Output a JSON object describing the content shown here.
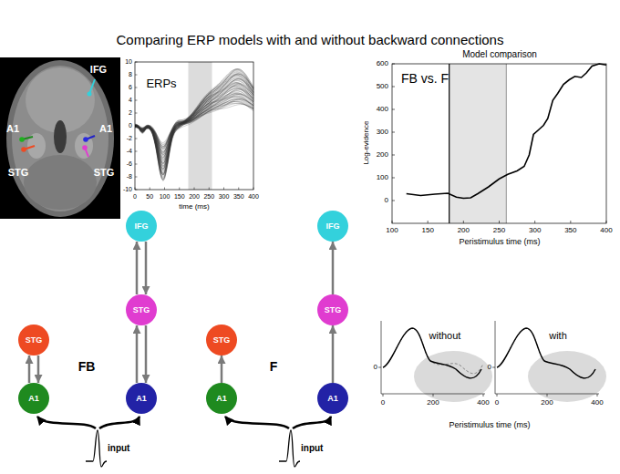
{
  "diagram": {
    "title": "Comparing ERP models with and without backward connections",
    "nodes": [
      {
        "text": [
          "IFG"
        ]
      },
      {
        "text": [
          "STG"
        ]
      },
      {
        "text": [
          "STG"
        ]
      },
      {
        "text": [
          "A1"
        ]
      },
      {
        "text": [
          "A1"
        ]
      },
      {
        "text": [
          "IFG"
        ]
      },
      {
        "text": [
          "STG"
        ]
      },
      {
        "text": [
          "STG"
        ]
      },
      {
        "text": [
          "A1"
        ]
      },
      {
        "text": [
          "A1"
        ]
      }
    ],
    "edges": [
      {
        "from": 3,
        "to": 1,
        "arrow": "to"
      },
      {
        "from": 1,
        "to": 3,
        "arrow": "to"
      },
      {
        "from": 4,
        "to": 2,
        "arrow": "to"
      },
      {
        "from": 2,
        "to": 4,
        "arrow": "to"
      },
      {
        "from": 2,
        "to": 0,
        "arrow": "to"
      },
      {
        "from": 0,
        "to": 2,
        "arrow": "to"
      },
      {
        "from": 8,
        "to": 6,
        "arrow": "to"
      },
      {
        "from": 9,
        "to": 7,
        "arrow": "to"
      },
      {
        "from": 7,
        "to": 5,
        "arrow": "to"
      }
    ],
    "labels": [
      "IFG",
      "A1",
      "STG",
      "A1",
      "STG",
      "ERPs",
      "10",
      "8",
      "6",
      "4",
      "2",
      "0",
      "-2",
      "-4",
      "-6",
      "-8",
      "-10",
      "0",
      "50",
      "100",
      "150",
      "200",
      "250",
      "300",
      "350",
      "400",
      "time (ms)",
      "Model comparison",
      "FB vs. F",
      "Log-evidence",
      "0",
      "100",
      "200",
      "300",
      "400",
      "500",
      "600",
      "100",
      "150",
      "200",
      "250",
      "300",
      "350",
      "400",
      "Peristimulus time (ms)",
      "FB",
      "F",
      "input",
      "input",
      "without",
      "with",
      "0",
      "0",
      "0",
      "200",
      "400",
      "0",
      "200",
      "400",
      "Peristimulus time (ms)"
    ]
  }
}
